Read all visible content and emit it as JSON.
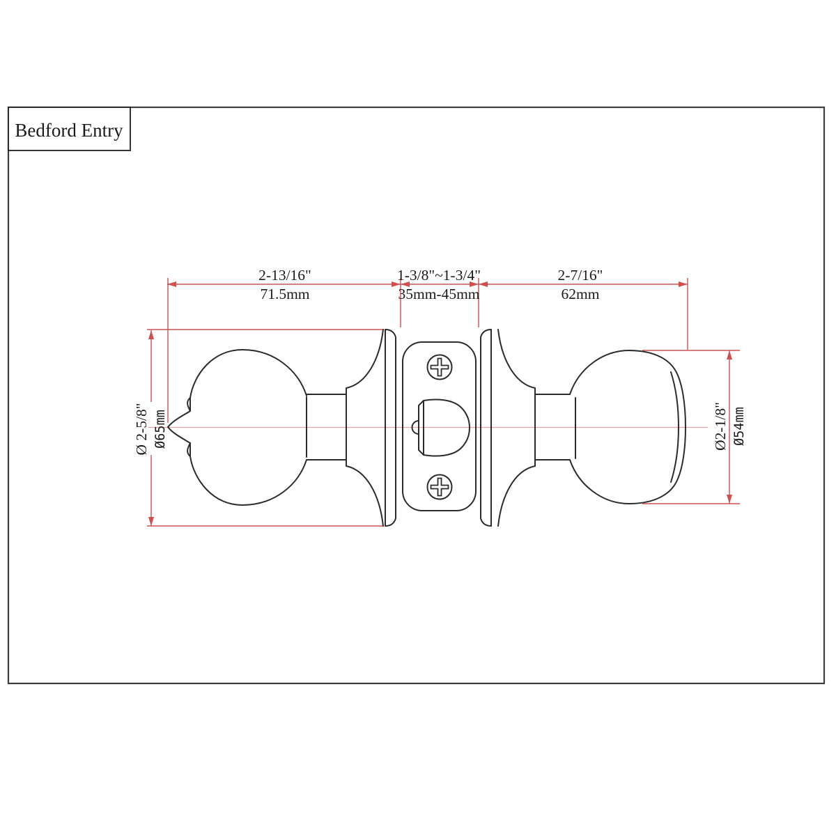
{
  "title_block": {
    "label": "Bedford Entry"
  },
  "dimensions": {
    "exterior_knob_length": {
      "inches": "2-13/16\"",
      "mm": "71.5mm"
    },
    "door_thickness_range": {
      "inches": "1-3/8\"~1-3/4\"",
      "mm": "35mm-45mm"
    },
    "interior_knob_length": {
      "inches": "2-7/16\"",
      "mm": "62mm"
    },
    "rose_diameter_left": {
      "inches": "Ø 2-5/8\"",
      "mm": "Ø65mm"
    },
    "knob_diameter_right": {
      "inches": "Ø2-1/8\"",
      "mm": "Ø54mm"
    }
  },
  "colors": {
    "drawing-line": "#2b2b2b",
    "dimension-line": "#d05050",
    "centerline": "#e8a3a3",
    "frame": "#3d3d3d",
    "bg": "#ffffff"
  }
}
